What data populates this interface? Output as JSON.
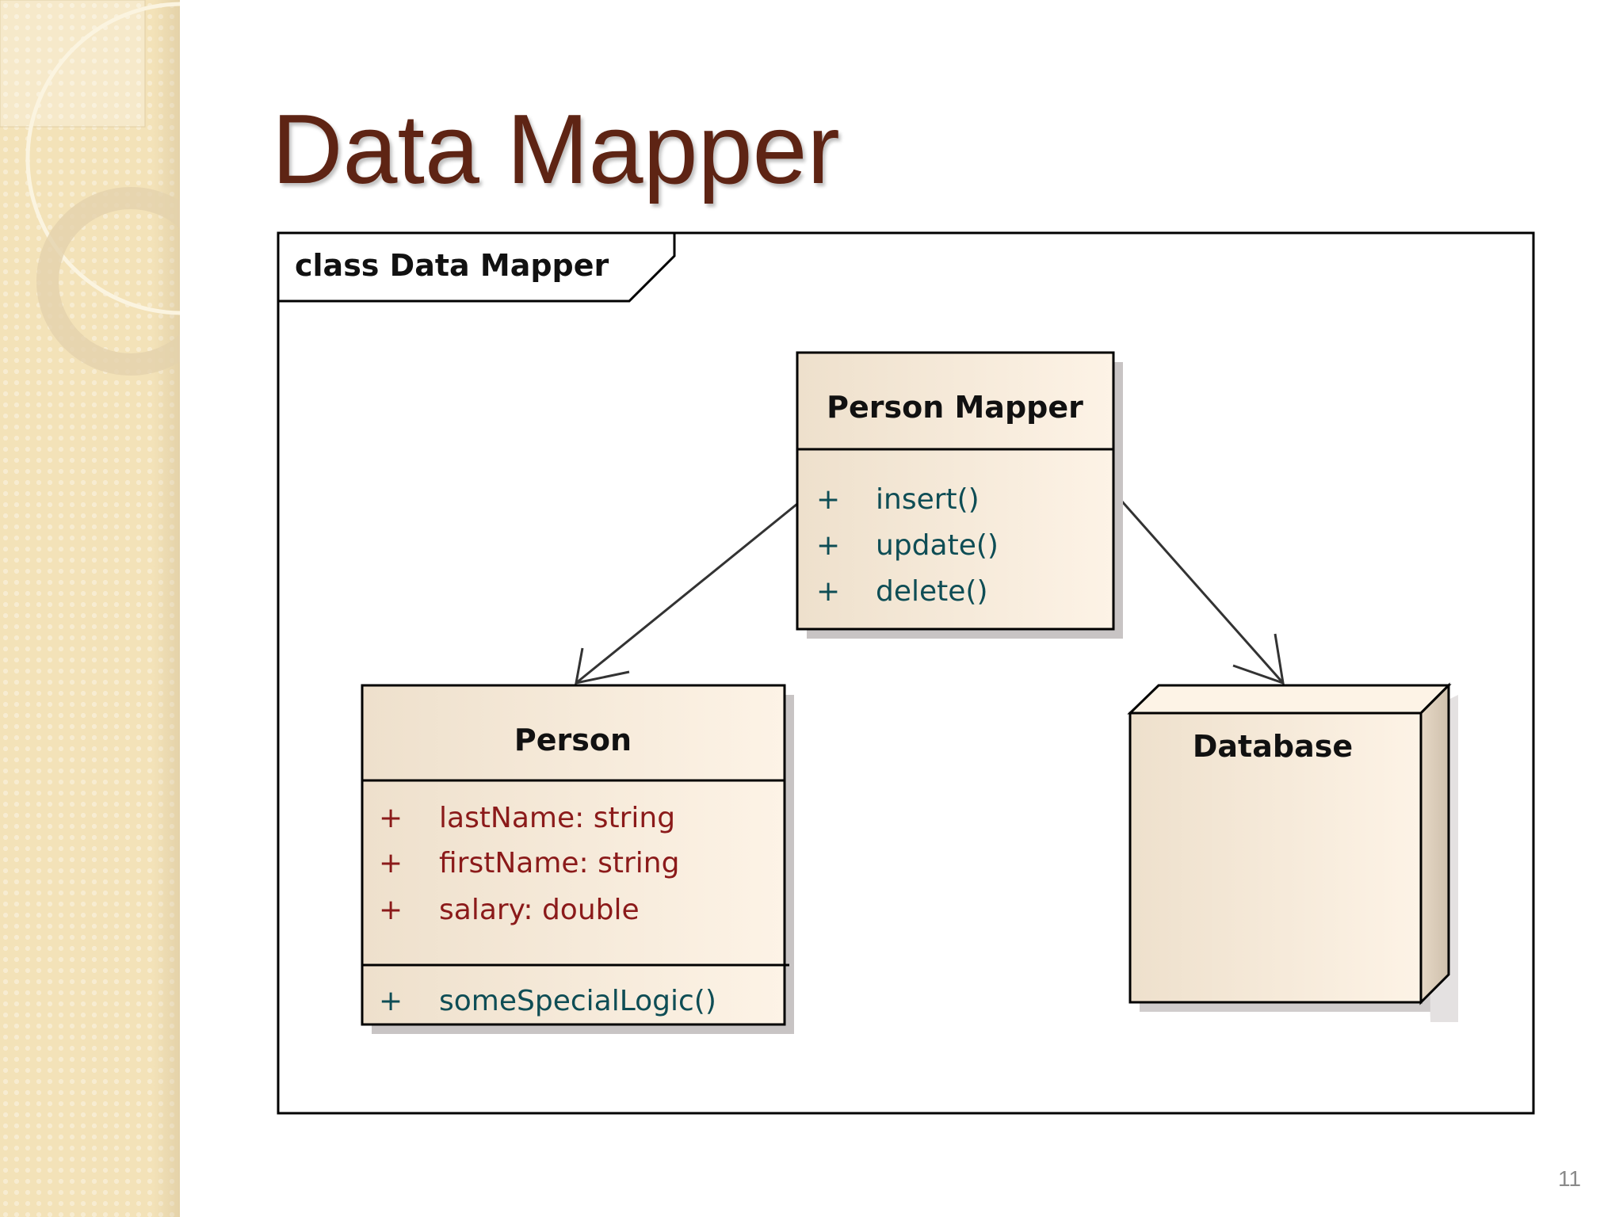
{
  "slide": {
    "title": "Data Mapper",
    "page_number": "11"
  },
  "diagram": {
    "frame_label": "class Data Mapper",
    "person_mapper": {
      "name": "Person Mapper",
      "operations": [
        {
          "visibility": "+",
          "name": "insert()"
        },
        {
          "visibility": "+",
          "name": "update()"
        },
        {
          "visibility": "+",
          "name": "delete()"
        }
      ]
    },
    "person": {
      "name": "Person",
      "attributes": [
        {
          "visibility": "+",
          "name": "lastName:  string"
        },
        {
          "visibility": "+",
          "name": "firstName:  string"
        },
        {
          "visibility": "+",
          "name": "salary:  double"
        }
      ],
      "operations": [
        {
          "visibility": "+",
          "name": "someSpecialLogic()"
        }
      ]
    },
    "database": {
      "name": "Database"
    },
    "relations": [
      {
        "from": "Person Mapper",
        "to": "Person",
        "type": "directed association"
      },
      {
        "from": "Person Mapper",
        "to": "Database",
        "type": "directed association"
      }
    ],
    "colors": {
      "title": "#5e2414",
      "attribute_text": "#8b1a1a",
      "operation_text": "#0e4d55",
      "class_fill": "#f8ecdc"
    }
  }
}
